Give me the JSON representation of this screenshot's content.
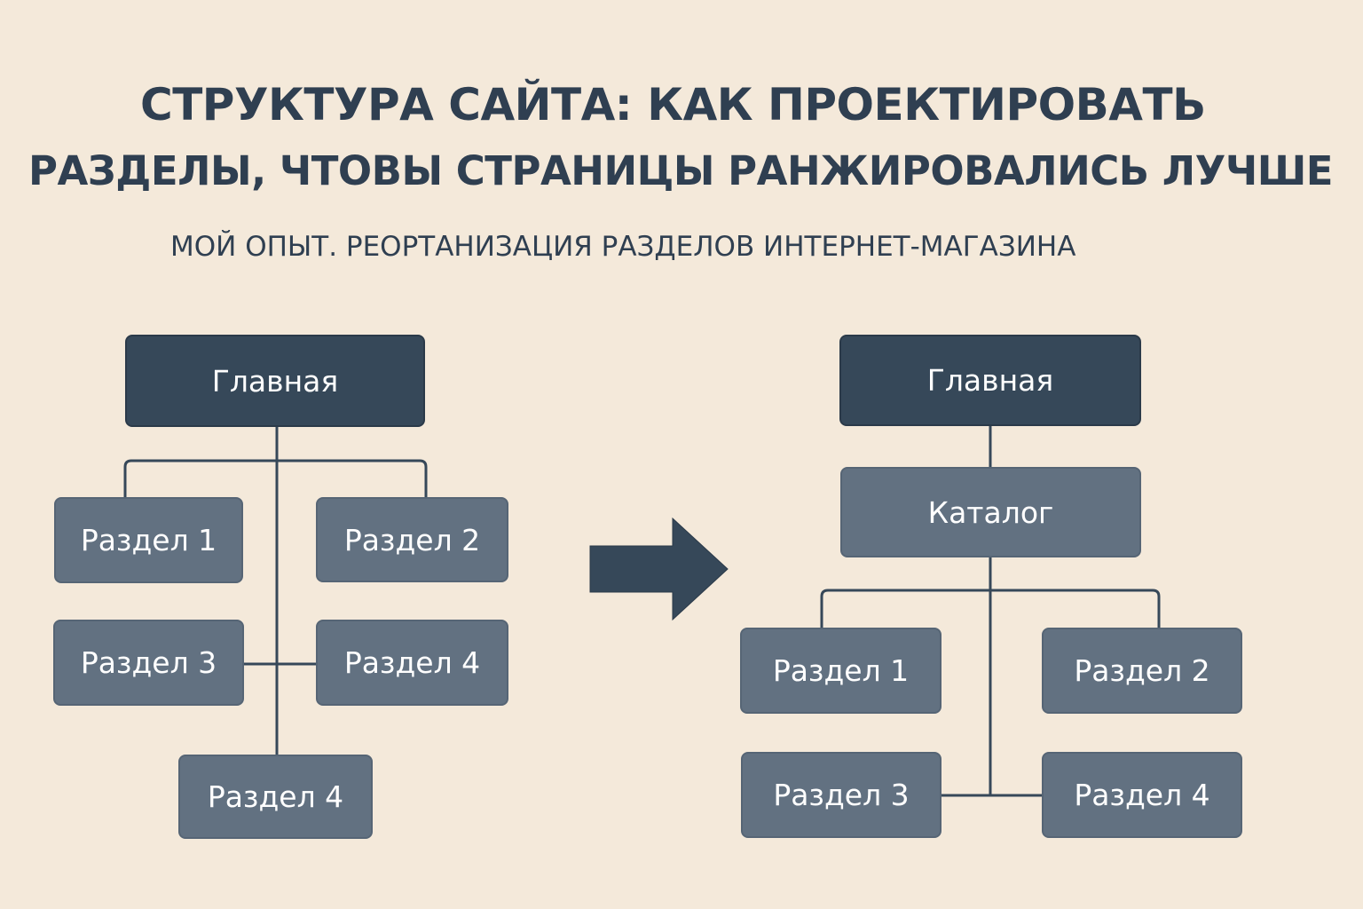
{
  "header": {
    "title_line_1": "СТРУКТУРА САЙТА: КАК ПРОЕКТИРОВАТЬ",
    "title_line_2": "РАЗДЕЛЫ, ЧТОВЫ СТРАНИЦЫ РАНЖИРОВАЛИСЬ ЛУЧШЕ",
    "subtitle": "МОЙ ОПЫТ. РЕОРТАНИЗАЦИЯ РАЗДЕЛОВ ИНТЕРНЕТ-МАГАЗИНА"
  },
  "before": {
    "root": "Главная",
    "sections": [
      "Раздел 1",
      "Раздел 2",
      "Раздел 3",
      "Раздел 4",
      "Раздел 4"
    ]
  },
  "after": {
    "root": "Главная",
    "catalog": "Каталог",
    "sections": [
      "Раздел 1",
      "Раздел 2",
      "Раздел 3",
      "Раздел 4"
    ]
  },
  "arrow_icon": "arrow-right-icon",
  "colors": {
    "background": "#f4e9da",
    "text": "#2f3f51",
    "root_node": "#364859",
    "child_node": "#627181",
    "connector": "#364859"
  }
}
